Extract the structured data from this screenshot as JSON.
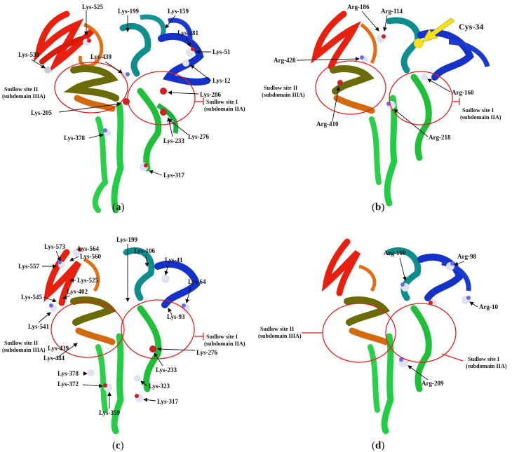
{
  "panels": [
    {
      "id": "a",
      "caption": "a",
      "labels": [
        "Lys-525",
        "Lys-199",
        "Lys-159",
        "Lys-281",
        "Lys-51",
        "Lys-538",
        "Lys-439",
        "Lys-12",
        "Lys-286",
        "Lys-205",
        "Lys-378",
        "Lys-233",
        "Lys-276",
        "Lys-317"
      ],
      "sites": [
        {
          "line1": "Sudlow site II",
          "line2": "(subdomain IIIA)"
        },
        {
          "line1": "Sudlow site I",
          "line2": "(subdomain IIA)"
        }
      ]
    },
    {
      "id": "b",
      "caption": "b",
      "labels": [
        "Arg-186",
        "Arg-114",
        "Arg-428",
        "Arg-160",
        "Arg-410",
        "Arg-218"
      ],
      "cys_label": "Cys-34",
      "sites": [
        {
          "line1": "Sudlow site II",
          "line2": "(subdomain IIIA)"
        },
        {
          "line1": "Sudlow site I",
          "line2": "(subdomain IIA)"
        }
      ]
    },
    {
      "id": "c",
      "caption": "c",
      "labels": [
        "Lys-564",
        "Lys-573",
        "Lys-560",
        "Lys-199",
        "Lys-106",
        "Lys-557",
        "Lys-525",
        "Lys-41",
        "Lys-64",
        "Lys-402",
        "Lys-545",
        "Lys-93",
        "Lys-541",
        "Lys-439",
        "Lys-444",
        "Lys-276",
        "Lys-233",
        "Lys-378",
        "Lys-372",
        "Lys-323",
        "Lys-317",
        "Lys-359"
      ],
      "sites": [
        {
          "line1": "Sudlow site II",
          "line2": "(subdomain IIIA)"
        },
        {
          "line1": "Sudlow site I",
          "line2": "(subdomain IIA)"
        }
      ]
    },
    {
      "id": "d",
      "caption": "d",
      "labels": [
        "Arg-160",
        "Arg-98",
        "Arg-10",
        "Arg-209"
      ],
      "sites": [
        {
          "line1": "Sudlow site II",
          "line2": "(subdomain IIIA)"
        },
        {
          "line1": "Sudlow site I",
          "line2": "(subdomain IIA)"
        }
      ]
    }
  ],
  "colors": {
    "domain_IA": "#1432c8",
    "domain_IB": "#0f8c8c",
    "domain_IIA": "#1fbf3a",
    "domain_IIB": "#22cc44",
    "domain_IIIA": "#6b6b0a",
    "domain_IIIA_b": "#d46a10",
    "domain_IIIB": "#e82010",
    "site_ring": "#e02020",
    "arrow_cys": "#f4e020"
  }
}
